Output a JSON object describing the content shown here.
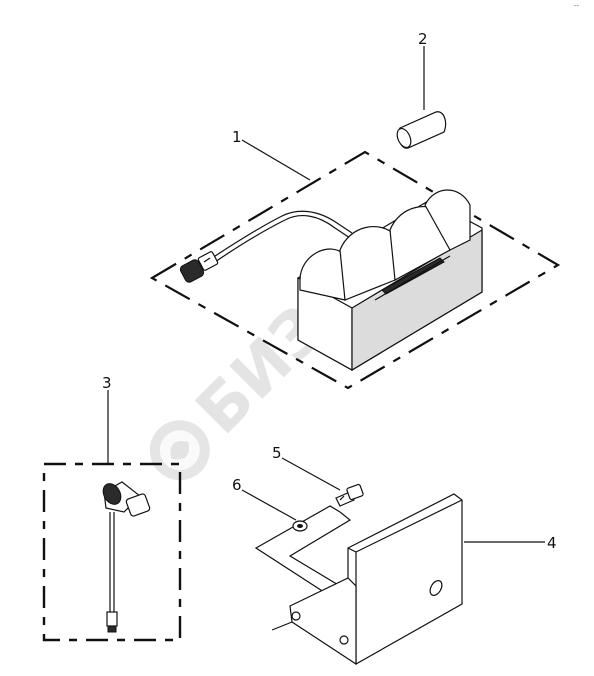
{
  "corner_mark": "--",
  "callouts": {
    "part1": "1",
    "part2": "2",
    "part3": "3",
    "part4": "4",
    "part5": "5",
    "part6": "6"
  },
  "watermark": {
    "text": "БИЗОН",
    "icon": "bizon-logo-icon"
  }
}
